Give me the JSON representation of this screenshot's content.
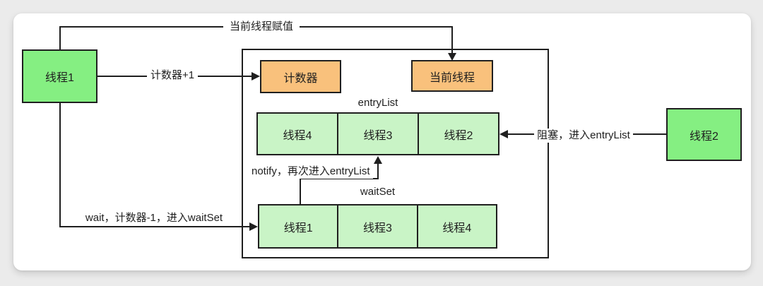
{
  "boxes": {
    "thread1": "线程1",
    "thread2": "线程2",
    "counter": "计数器",
    "current_thread": "当前线程"
  },
  "monitor": {
    "entry_list": {
      "title": "entryList",
      "cells": [
        "线程4",
        "线程3",
        "线程2"
      ]
    },
    "wait_set": {
      "title": "waitSet",
      "cells": [
        "线程1",
        "线程3",
        "线程4"
      ]
    }
  },
  "arrow_labels": {
    "assign_current": "当前线程赋值",
    "counter_increment": "计数器+1",
    "wait": "wait，计数器-1，进入waitSet",
    "notify": "notify，再次进入entryList",
    "block": "阻塞，进入entryList"
  },
  "colors": {
    "page_bg": "#EBEBEB",
    "card_bg": "#FFFFFF",
    "thread_green": "#85EF82",
    "cell_green": "#C9F4C6",
    "orange": "#F9C17C",
    "line": "#1F1F1F"
  }
}
